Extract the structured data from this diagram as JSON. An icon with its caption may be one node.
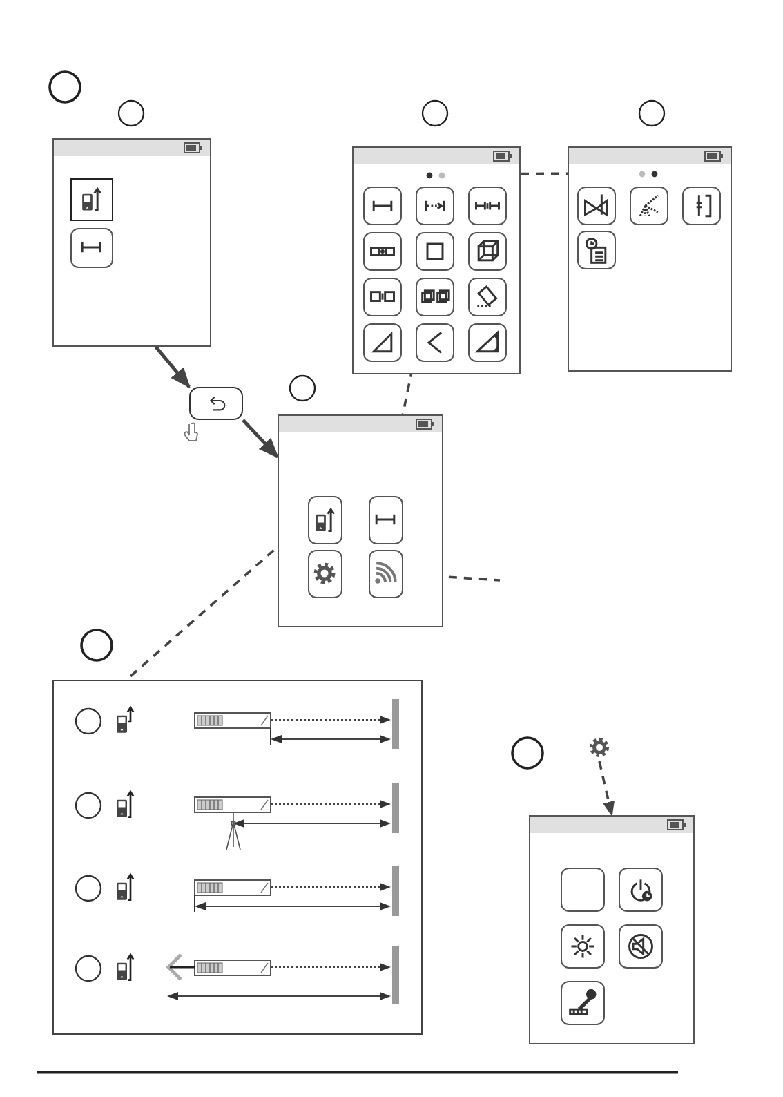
{
  "diagram": {
    "nodes": [
      {
        "text": [],
        "shape": "screen"
      },
      {
        "text": [],
        "shape": "button"
      },
      {
        "text": [],
        "shape": "screen"
      },
      {
        "text": [],
        "shape": "icon",
        "in": 2
      },
      {
        "text": [],
        "shape": "icon",
        "in": 2
      },
      {
        "text": [],
        "shape": "icon",
        "in": 2
      },
      {
        "text": [],
        "shape": "icon",
        "in": 2
      },
      {
        "text": [],
        "shape": "screen"
      },
      {
        "text": [],
        "shape": "screen"
      },
      {
        "text": [],
        "shape": "panel"
      },
      {
        "text": [],
        "shape": "icon"
      },
      {
        "text": [],
        "shape": "screen"
      }
    ],
    "edges": [
      {
        "from": 0,
        "to": 1,
        "arrow": "to"
      },
      {
        "from": 1,
        "to": 2,
        "arrow": "to"
      },
      {
        "from": 4,
        "to": 7,
        "arrow": "none",
        "style": "dashed"
      },
      {
        "from": 7,
        "to": 8,
        "arrow": "none",
        "style": "dashed"
      },
      {
        "from": 3,
        "to": 9,
        "arrow": "none",
        "style": "dashed"
      },
      {
        "from": 6,
        "to": null,
        "arrow": "none",
        "style": "dashed"
      },
      {
        "from": 10,
        "to": 11,
        "arrow": "to",
        "style": "dashed"
      }
    ]
  }
}
